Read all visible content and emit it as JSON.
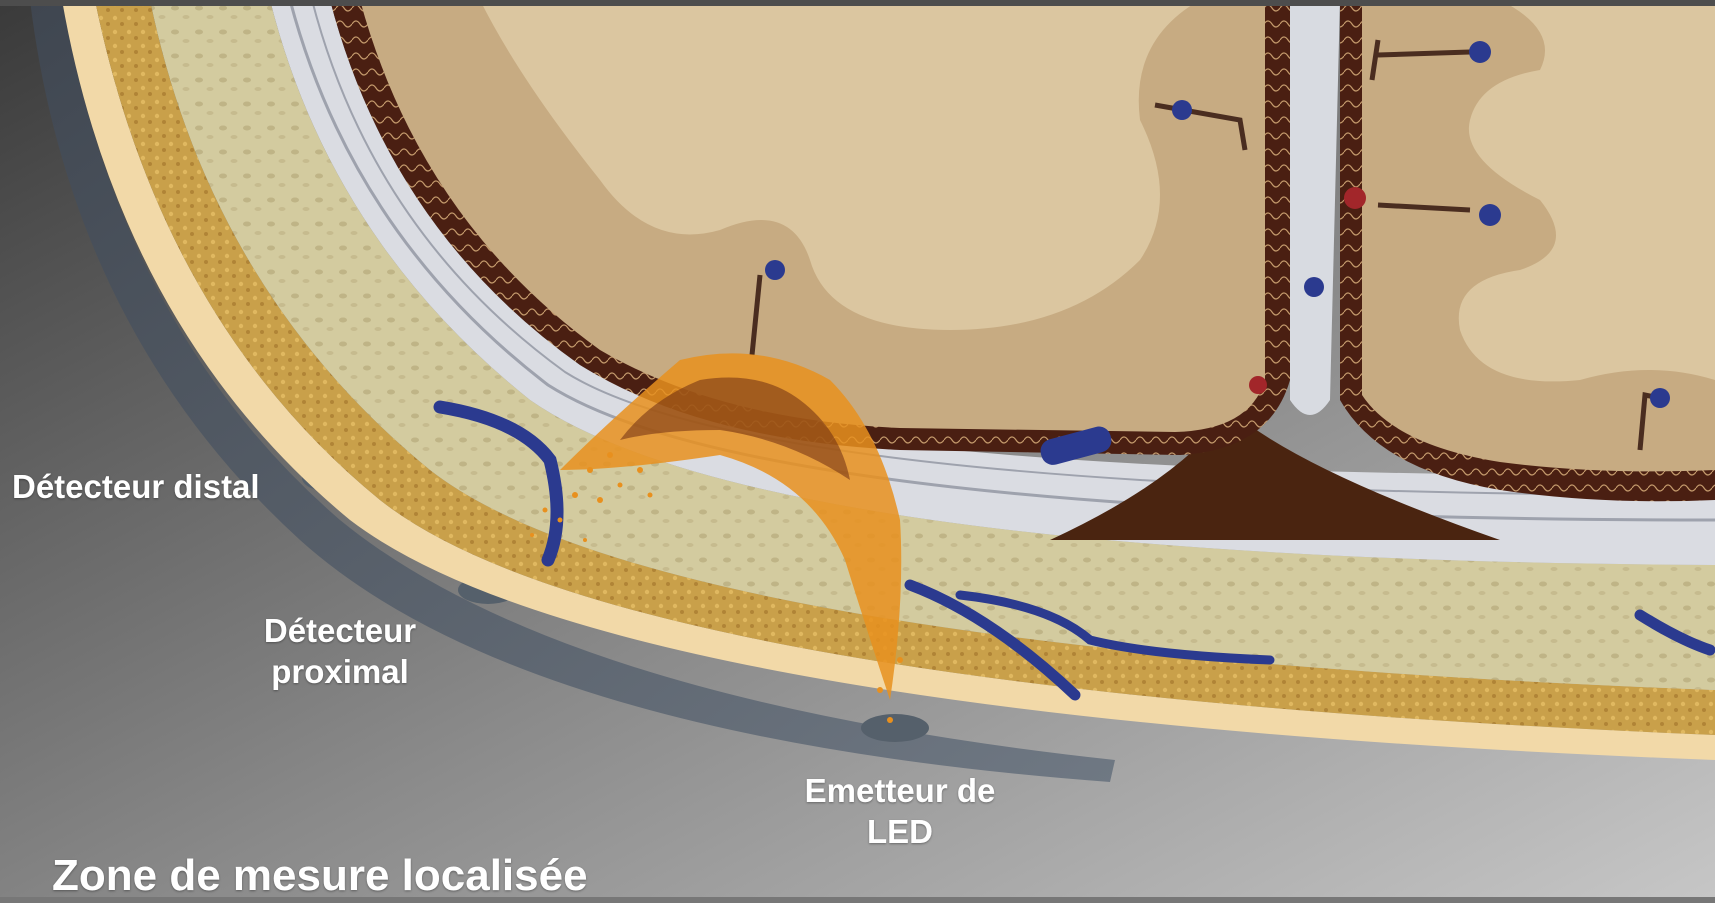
{
  "labels": {
    "distal_detector": "Détecteur distal",
    "proximal_detector": [
      "Détecteur",
      "proximal"
    ],
    "led_emitter": [
      "Emetteur de",
      "LED"
    ],
    "zone_title": "Zone de mesure localisée"
  },
  "colors": {
    "background_dark": "#3b3b3b",
    "background_light": "#c4c4c4",
    "sensor_pad": "#5b6470",
    "skin": "#f3d9a6",
    "fat_layer": "#c9a04a",
    "bone_outer": "#d8d0a8",
    "dura": "#d9dbe0",
    "cortex": "#5a2a1a",
    "brain_grey": "#c7ad85",
    "brain_white": "#dcc7a1",
    "vessel_blue": "#2b3a8f",
    "vessel_red": "#a2262a",
    "light_particles": "#e8901e"
  }
}
